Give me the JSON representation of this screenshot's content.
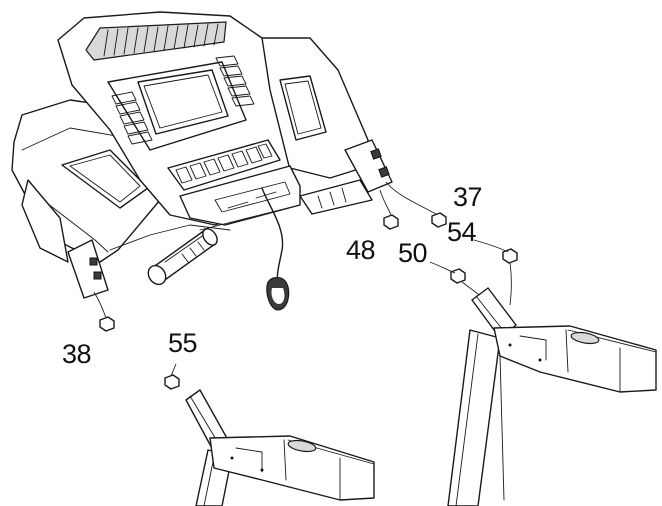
{
  "callouts": {
    "c37": "37",
    "c54": "54",
    "c48": "48",
    "c50": "50",
    "c38": "38",
    "c55": "55"
  }
}
